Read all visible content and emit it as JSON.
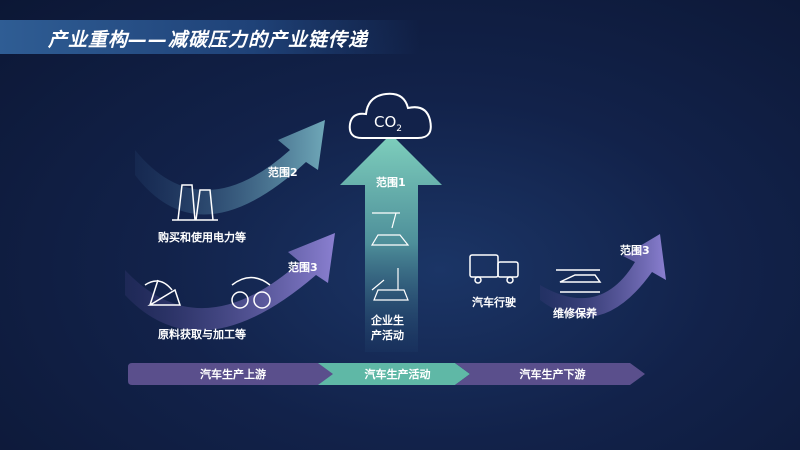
{
  "title": "产业重构——减碳压力的产业链传递",
  "cloud": {
    "label": "CO",
    "subscript": "2"
  },
  "scopes": {
    "scope1": "范围1",
    "scope2": "范围2",
    "scope3_left": "范围3",
    "scope3_right": "范围3"
  },
  "items": {
    "electricity": "购买和使用电力等",
    "raw": "原料获取与加工等",
    "production_line1": "企业生",
    "production_line2": "产活动",
    "driving": "汽车行驶",
    "maintenance": "维修保养"
  },
  "stages": [
    "汽车生产上游",
    "汽车生产活动",
    "汽车生产下游"
  ],
  "colors": {
    "purple": "#5a4f8c",
    "teal": "#5fb8a6"
  }
}
